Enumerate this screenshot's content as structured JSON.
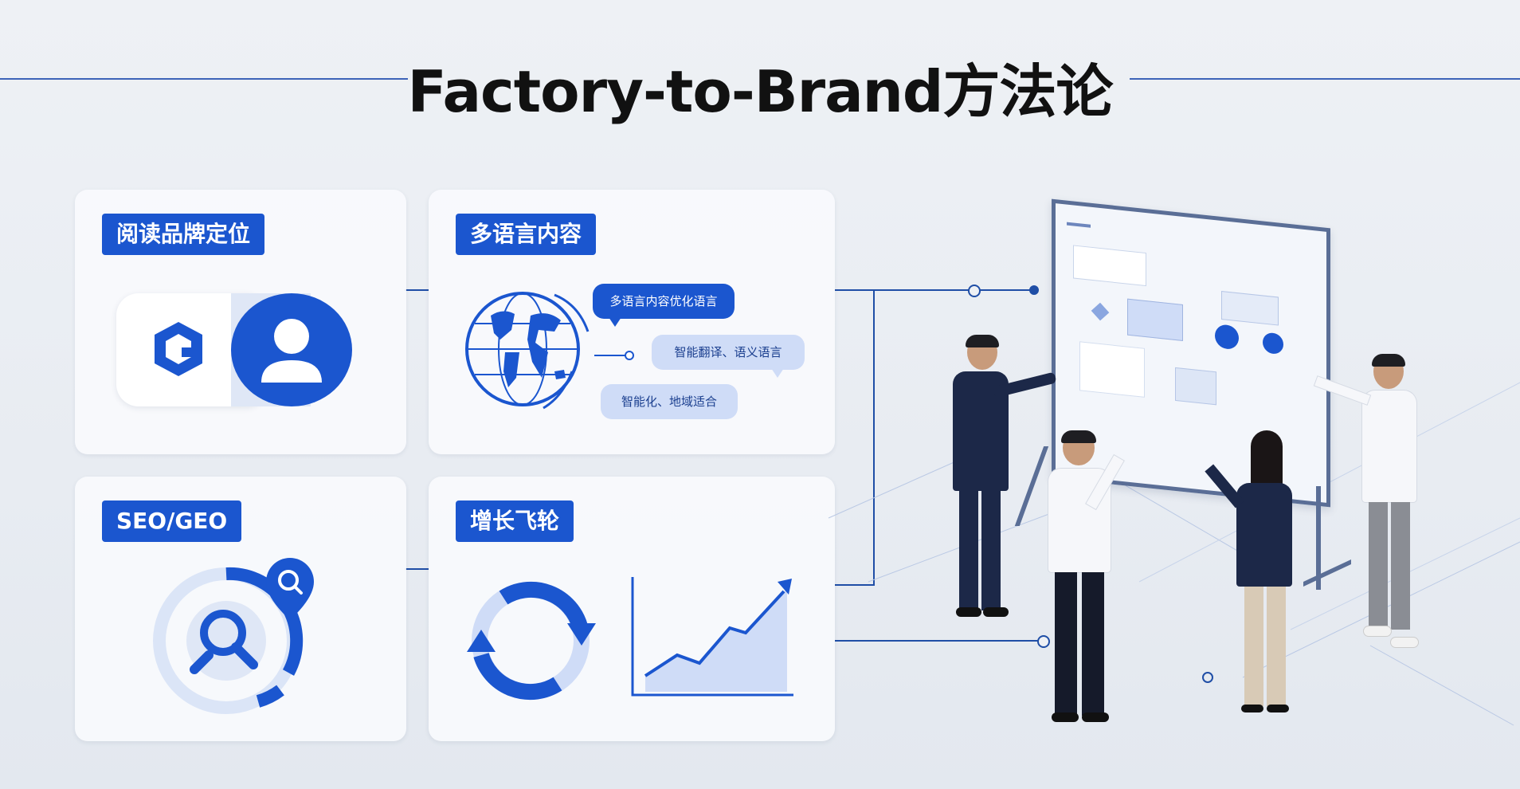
{
  "title": "Factory-to-Brand方法论",
  "cards": {
    "brand": {
      "tag": "阅读品牌定位"
    },
    "multilang": {
      "tag": "多语言内容",
      "bubbles": [
        "多语言内容优化语言",
        "智能翻译、语义语言",
        "智能化、地域适合"
      ]
    },
    "seo": {
      "tag": "SEO/GEO"
    },
    "flywheel": {
      "tag": "增长飞轮"
    }
  },
  "colors": {
    "accent": "#1b56cf",
    "light": "#cfdcf7"
  }
}
